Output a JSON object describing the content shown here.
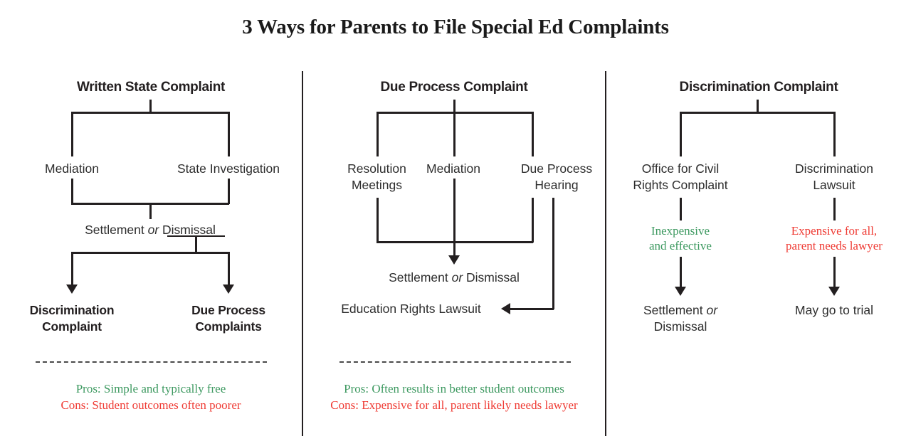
{
  "title": "3 Ways for Parents to File Special Ed Complaints",
  "columns": [
    {
      "id": "written-state-complaint",
      "header": "Written State Complaint",
      "nodes": {
        "mediation": "Mediation",
        "state_investigation": "State Investigation",
        "settlement_pre": "Settlement ",
        "settlement_or": "or",
        "settlement_post": " Dismissal",
        "discrimination_complaint_l1": "Discrimination",
        "discrimination_complaint_l2": "Complaint",
        "due_process_complaints_l1": "Due Process",
        "due_process_complaints_l2": "Complaints"
      },
      "pros": "Pros: Simple and typically free",
      "cons": "Cons: Student outcomes often poorer"
    },
    {
      "id": "due-process-complaint",
      "header": "Due Process Complaint",
      "nodes": {
        "resolution_meetings_l1": "Resolution",
        "resolution_meetings_l2": "Meetings",
        "mediation": "Mediation",
        "due_process_hearing_l1": "Due Process",
        "due_process_hearing_l2": "Hearing",
        "settlement_pre": "Settlement ",
        "settlement_or": "or",
        "settlement_post": " Dismissal",
        "education_rights_lawsuit": "Education Rights Lawsuit"
      },
      "pros": "Pros: Often results in better student outcomes",
      "cons": "Cons: Expensive for all, parent likely needs lawyer"
    },
    {
      "id": "discrimination-complaint",
      "header": "Discrimination Complaint",
      "nodes": {
        "ocr_complaint_l1": "Office for Civil",
        "ocr_complaint_l2": "Rights Complaint",
        "discrimination_lawsuit_l1": "Discrimination",
        "discrimination_lawsuit_l2": "Lawsuit",
        "ocr_note_l1": "Inexpensive",
        "ocr_note_l2": "and effective",
        "lawsuit_note_l1": "Expensive for all,",
        "lawsuit_note_l2": "parent needs lawyer",
        "ocr_outcome_pre": "Settlement ",
        "ocr_outcome_or": "or",
        "ocr_outcome_post": "Dismissal",
        "lawsuit_outcome": "May go to trial"
      }
    }
  ],
  "colors": {
    "ink": "#231f20",
    "pros_green": "#3d9960",
    "cons_red": "#ef3b34",
    "divider": "#231f20"
  }
}
